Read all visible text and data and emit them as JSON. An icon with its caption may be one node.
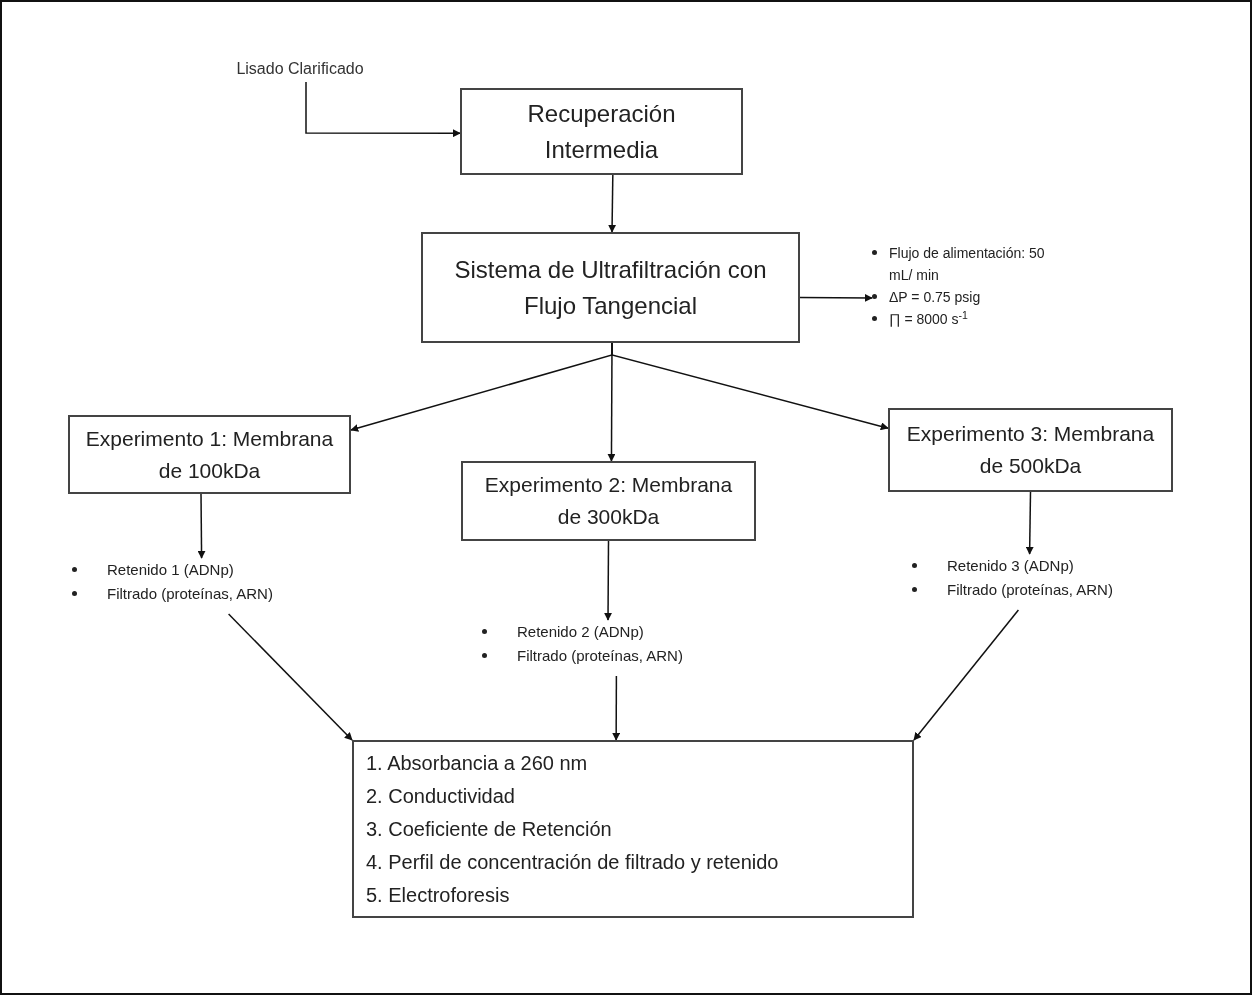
{
  "diagram": {
    "nodes": [
      {
        "text": [
          "Lisado Clarificado"
        ]
      },
      {
        "text": [
          "Recuperación Intermedia"
        ]
      },
      {
        "text": [
          "Sistema de Ultrafiltración con Flujo Tangencial"
        ]
      },
      {
        "text": [
          "Flujo de alimentación: 50 mL/ min",
          "ΔP = 0.75 psig",
          "∏ = 8000 s$^{-1}$"
        ]
      },
      {
        "text": [
          "Experimento 1: Membrana de 100kDa"
        ]
      },
      {
        "text": [
          "Experimento 2: Membrana de 300kDa"
        ]
      },
      {
        "text": [
          "Experimento 3: Membrana de 500kDa"
        ]
      },
      {
        "text": [
          "Retenido 1 (ADNp)",
          "Filtrado (proteínas, ARN)"
        ]
      },
      {
        "text": [
          "Retenido 2 (ADNp)",
          "Filtrado (proteínas, ARN)"
        ]
      },
      {
        "text": [
          "Retenido 3 (ADNp)",
          "Filtrado (proteínas, ARN)"
        ]
      },
      {
        "text": [
          "1. Absorbancia a 260 nm",
          "2. Conductividad",
          "3. Coeficiente de Retención",
          "4. Perfil de concentración  de filtrado y retenido",
          "5. Electroforesis"
        ]
      }
    ],
    "edges": [
      {
        "from": 0,
        "to": 1,
        "arrow": "to"
      },
      {
        "from": 1,
        "to": 2,
        "arrow": "to"
      },
      {
        "from": 2,
        "to": 3,
        "arrow": "to"
      },
      {
        "from": 2,
        "to": 4,
        "arrow": "to"
      },
      {
        "from": 2,
        "to": 5,
        "arrow": "to"
      },
      {
        "from": 2,
        "to": 6,
        "arrow": "to"
      },
      {
        "from": 4,
        "to": 7,
        "arrow": "to"
      },
      {
        "from": 5,
        "to": 8,
        "arrow": "to"
      },
      {
        "from": 6,
        "to": 9,
        "arrow": "to"
      },
      {
        "from": 7,
        "to": 10,
        "arrow": "to"
      },
      {
        "from": 8,
        "to": 10,
        "arrow": "to"
      },
      {
        "from": 9,
        "to": 10,
        "arrow": "to"
      }
    ]
  }
}
